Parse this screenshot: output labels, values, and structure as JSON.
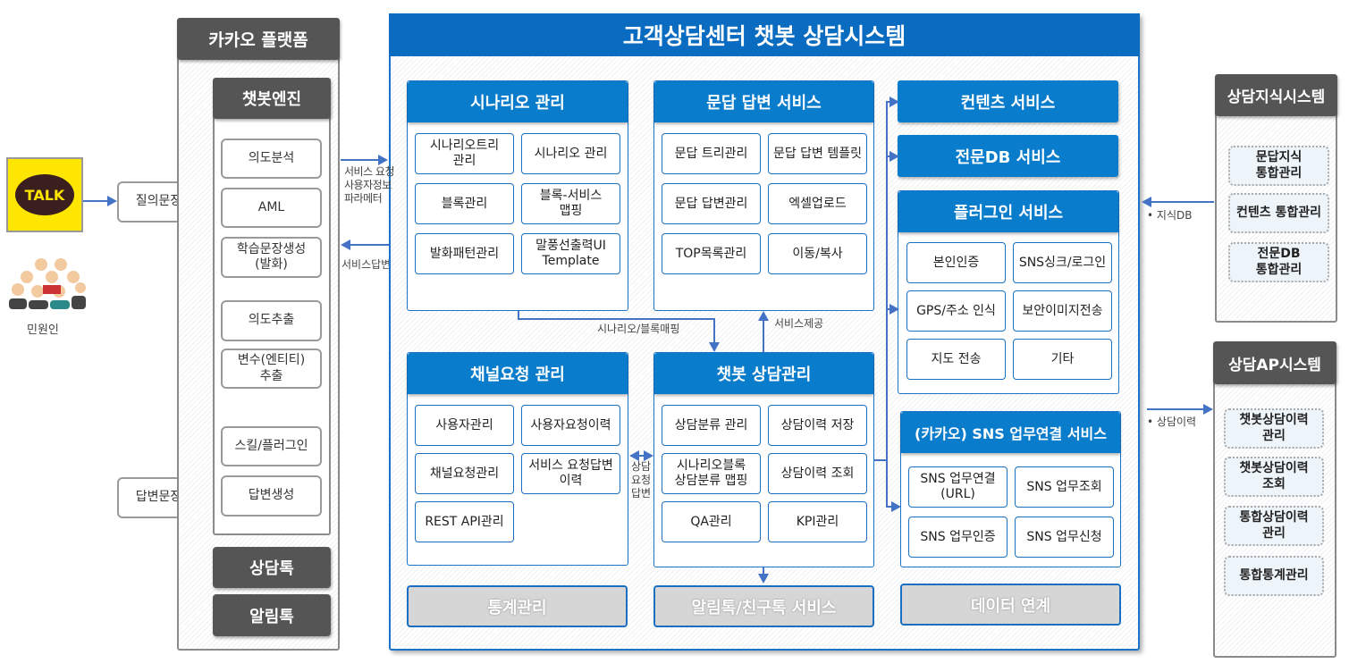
{
  "left": {
    "talk_logo": "TALK",
    "user_label": "민원인",
    "query_box": "질의문장",
    "answer_box": "답변문장"
  },
  "kakao": {
    "title": "카카오 플랫폼",
    "engine_title": "챗봇엔진",
    "engine_items": [
      "의도분석",
      "AML",
      "학습문장생성\n(발화)",
      "의도추출",
      "변수(엔티티)\n추출",
      "스킬/플러그인",
      "답변생성"
    ],
    "talk1": "상담톡",
    "talk2": "알림톡"
  },
  "links": {
    "request": "서비스 요청\n사용자정보\n파라메터",
    "response": "서비스답변",
    "scenario_map": "시나리오/블록매핑",
    "service_provide": "서비스제공",
    "consult": "상담\n요청\n답변",
    "knowledge_db": "지식DB",
    "history": "상담이력"
  },
  "main": {
    "title": "고객상담센터 챗봇 상담시스템",
    "scenario": {
      "title": "시나리오 관리",
      "items": [
        "시나리오트리\n관리",
        "시나리오 관리",
        "블록관리",
        "블록-서비스\n맵핑",
        "발화패턴관리",
        "말풍선출력UI\nTemplate"
      ]
    },
    "qa": {
      "title": "문답 답변 서비스",
      "items": [
        "문답 트리관리",
        "문답 답변 템플릿",
        "문답 답변관리",
        "엑셀업로드",
        "TOP목록관리",
        "이동/복사"
      ]
    },
    "contents": {
      "title": "컨텐츠 서비스"
    },
    "expertdb": {
      "title": "전문DB 서비스"
    },
    "plugin": {
      "title": "플러그인 서비스",
      "items": [
        "본인인증",
        "SNS싱크/로그인",
        "GPS/주소 인식",
        "보안이미지전송",
        "지도 전송",
        "기타"
      ]
    },
    "channel": {
      "title": "채널요청 관리",
      "items": [
        "사용자관리",
        "사용자요청이력",
        "채널요청관리",
        "서비스 요청답변\n이력",
        "REST API관리"
      ]
    },
    "chatbot": {
      "title": "챗봇 상담관리",
      "items": [
        "상담분류 관리",
        "상담이력 저장",
        "시나리오블록\n상담분류 맵핑",
        "상담이력 조회",
        "QA관리",
        "KPI관리"
      ]
    },
    "sns": {
      "title": "(카카오) SNS 업무연결 서비스",
      "items": [
        "SNS 업무연결\n(URL)",
        "SNS 업무조회",
        "SNS 업무인증",
        "SNS 업무신청"
      ]
    },
    "bottom": [
      "통계관리",
      "알림톡/친구톡 서비스",
      "데이터 연계"
    ]
  },
  "knowledge": {
    "title": "상담지식시스템",
    "items": [
      "문답지식\n통합관리",
      "컨텐츠 통합관리",
      "전문DB\n통합관리"
    ]
  },
  "ap": {
    "title": "상담AP시스템",
    "items": [
      "챗봇상담이력\n관리",
      "챗봇상담이력\n조회",
      "통합상담이력\n관리",
      "통합통계관리"
    ]
  }
}
